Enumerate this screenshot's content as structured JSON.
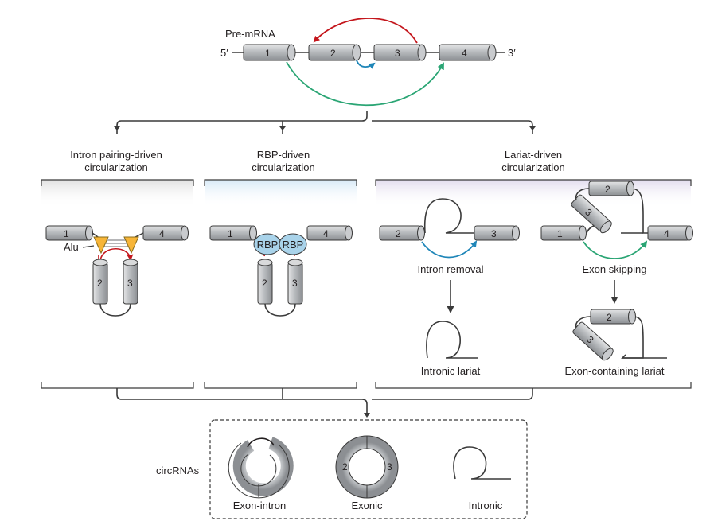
{
  "premrna": {
    "label": "Pre-mRNA",
    "five_prime": "5′",
    "three_prime": "3′",
    "exons": [
      "1",
      "2",
      "3",
      "4"
    ]
  },
  "pathways": {
    "intron_pairing": {
      "line1": "Intron pairing-driven",
      "line2": "circularization",
      "alu_label": "Alu",
      "exons": [
        "1",
        "4",
        "2",
        "3"
      ]
    },
    "rbp": {
      "line1": "RBP-driven",
      "line2": "circularization",
      "rbp_label": "RBP",
      "exons": [
        "1",
        "4",
        "2",
        "3"
      ]
    },
    "lariat": {
      "line1": "Lariat-driven",
      "line2": "circularization",
      "intron_removal": "Intron removal",
      "exon_skipping": "Exon skipping",
      "intronic_lariat": "Intronic lariat",
      "exon_containing_lariat": "Exon-containing lariat",
      "exons": [
        "2",
        "3",
        "1",
        "4",
        "2",
        "3",
        "2",
        "3"
      ]
    }
  },
  "circrnas": {
    "label": "circRNAs",
    "types": [
      "Exon-intron",
      "Exonic",
      "Intronic"
    ],
    "exonic_exons": [
      "2",
      "3"
    ]
  },
  "colors": {
    "cylinder": "#b9bcbf",
    "cylinder_dark": "#8c8f93",
    "red_arrow": "#c4161c",
    "blue_arrow": "#1f86b8",
    "green_arrow": "#2aa574",
    "alu": "#f7b538",
    "rbp": "#a9d3ea",
    "panel_gray": "#e6e6e6",
    "panel_blue": "#dcecf8",
    "panel_purple": "#e6e1ef"
  }
}
